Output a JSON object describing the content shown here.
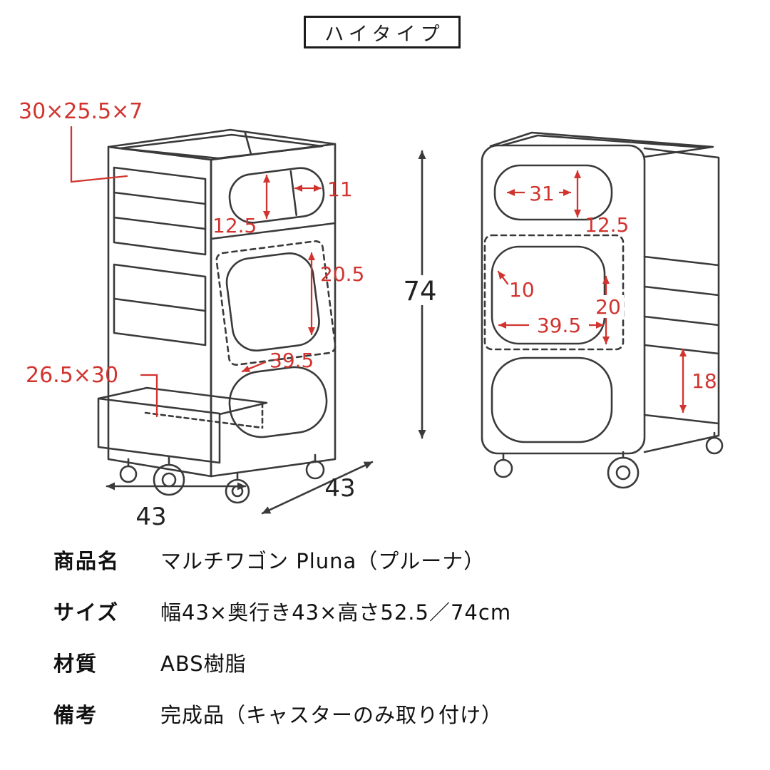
{
  "badge": {
    "label": "ハイタイプ"
  },
  "colors": {
    "dimension_red": "#d1342f",
    "line_dark": "#3a3a3a"
  },
  "left_view": {
    "drawer_size": "30×25.5×7",
    "top_slot_width": "11",
    "top_slot_height": "12.5",
    "middle_opening_height": "20.5",
    "middle_depth": "39.5",
    "bottom_tray_size": "26.5×30",
    "overall_height": "74",
    "overall_width": "43",
    "overall_depth": "43"
  },
  "right_view": {
    "top_slot_width": "31",
    "top_slot_height": "12.5",
    "edge_width": "10",
    "middle_opening_height": "20",
    "middle_opening_width": "39.5",
    "side_tray_height": "18"
  },
  "spec": {
    "rows": [
      {
        "label": "商品名",
        "value": "マルチワゴン Pluna（プルーナ）"
      },
      {
        "label": "サイズ",
        "value": "幅43×奥行き43×高さ52.5／74cm"
      },
      {
        "label": "材質",
        "value": "ABS樹脂"
      },
      {
        "label": "備考",
        "value": "完成品（キャスターのみ取り付け）"
      }
    ]
  }
}
